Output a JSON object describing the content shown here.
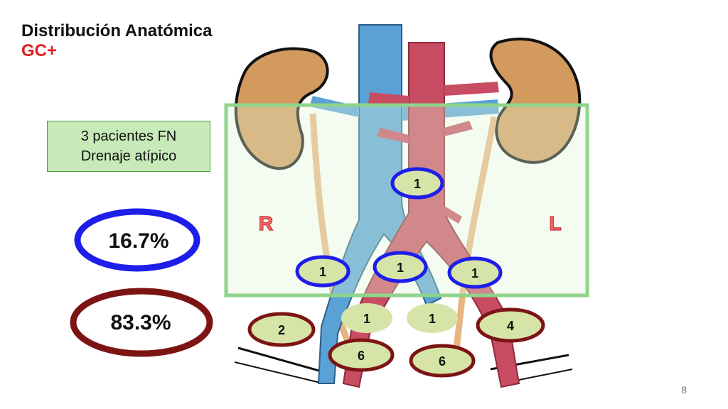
{
  "title": {
    "line1": "Distribución Anatómica",
    "line2": "GC+"
  },
  "info_box": {
    "line1": "3 pacientes FN",
    "line2": "Drenaje atípico"
  },
  "legend": {
    "blue_percent": "16.7%",
    "red_percent": "83.3%",
    "blue_color": "#1d1ee8",
    "red_color": "#7d1414"
  },
  "side_labels": {
    "right": "R",
    "left": "L"
  },
  "node_counts": {
    "aortic": "1",
    "right_iliac": "1",
    "bifurcation": "1",
    "left_iliac": "1",
    "right_internal_iliac": "1",
    "left_internal_iliac": "1",
    "right_external": "2",
    "right_pelvic": "6",
    "left_pelvic": "6",
    "left_external": "4"
  },
  "page_number": "8"
}
